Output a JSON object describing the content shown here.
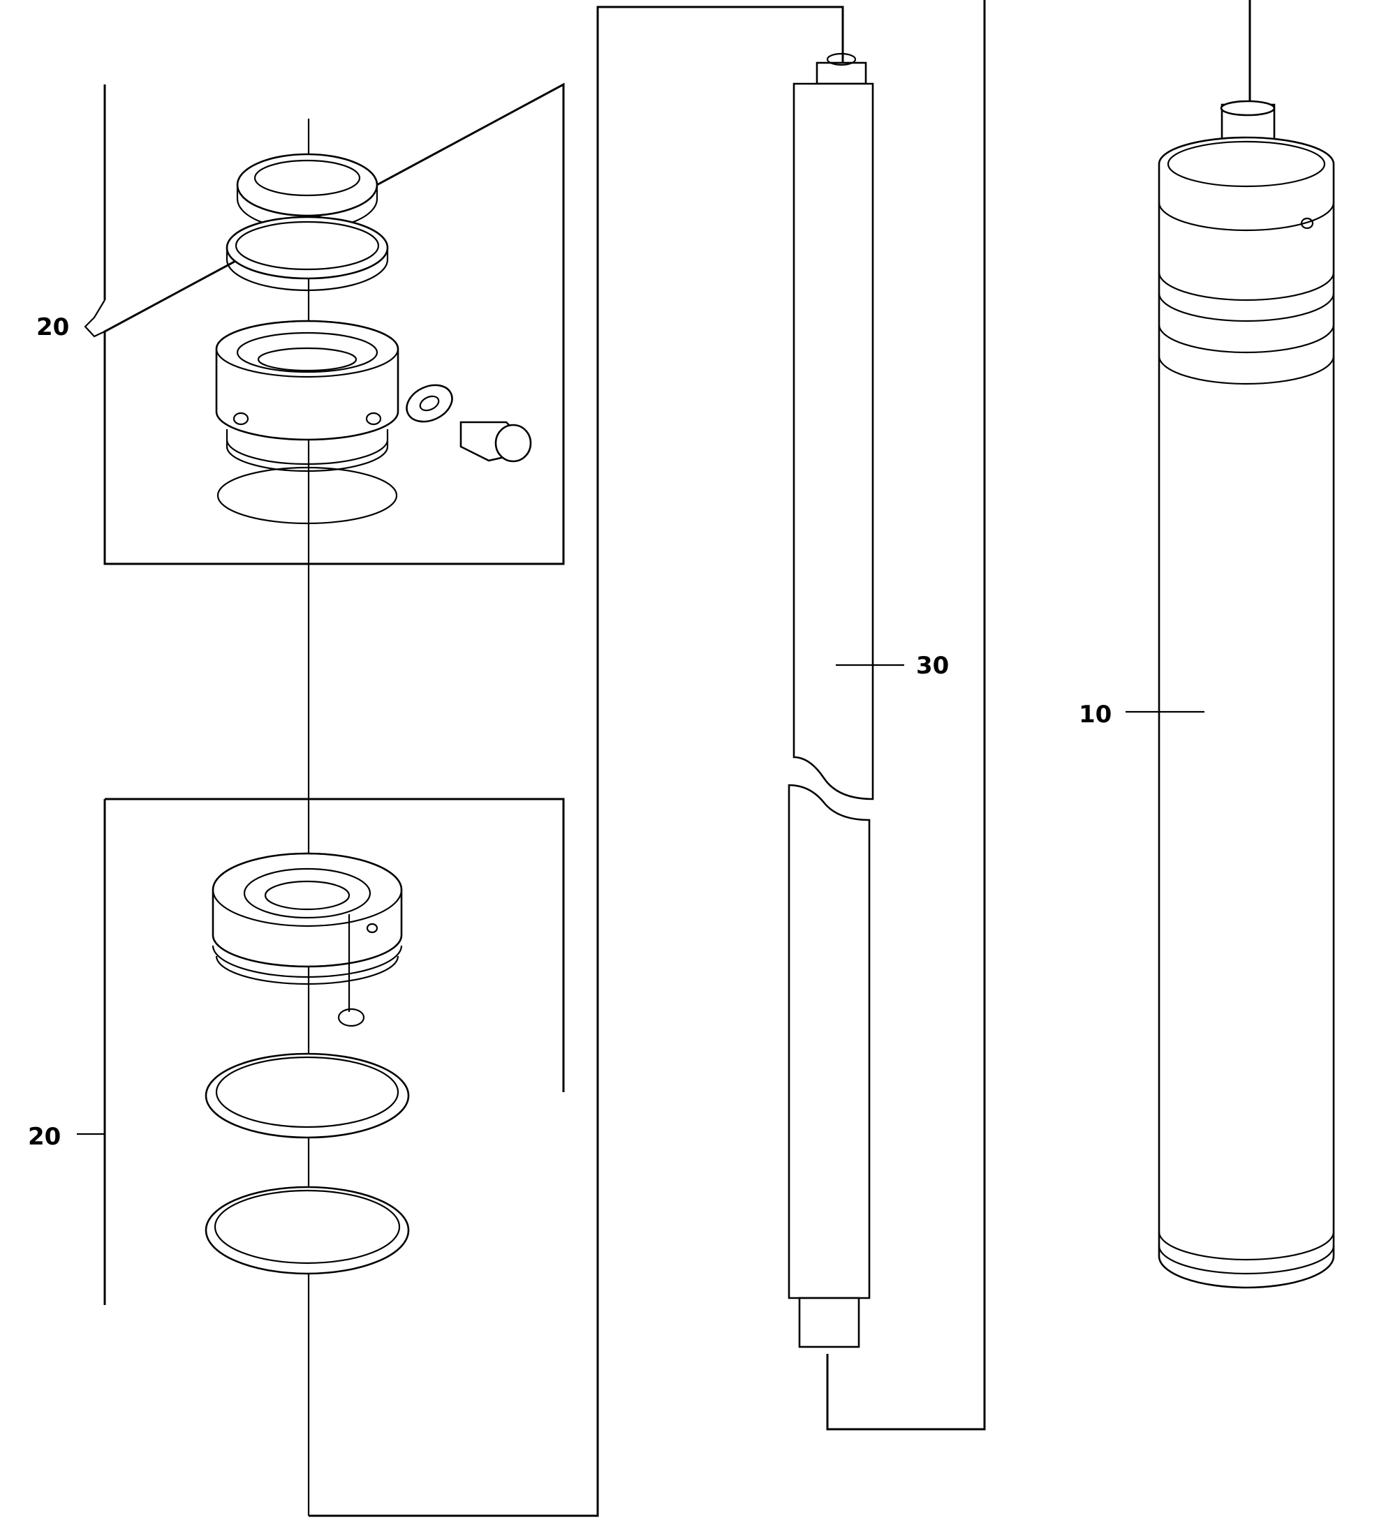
{
  "diagram": {
    "colors": {
      "line": "#000000",
      "background": "#ffffff"
    },
    "callouts": [
      {
        "id": "seal-kit-upper",
        "label": "20"
      },
      {
        "id": "seal-kit-lower",
        "label": "20"
      },
      {
        "id": "piston-rod",
        "label": "30"
      },
      {
        "id": "cylinder-barrel",
        "label": "10"
      }
    ]
  }
}
